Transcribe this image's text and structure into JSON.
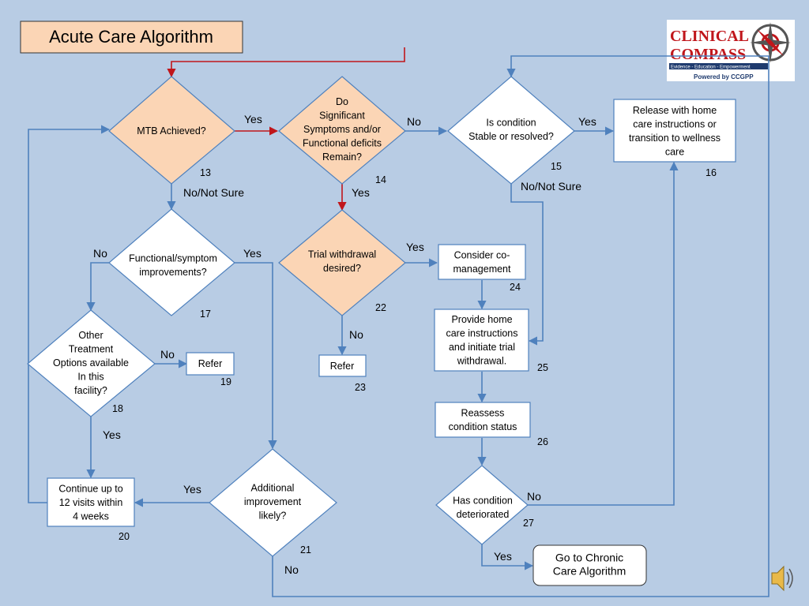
{
  "title": "Acute Care Algorithm",
  "logo": {
    "line1": "CLINICAL",
    "line2": "COMPASS",
    "tagline": "Evidence - Education - Empowerment",
    "powered": "Powered by CCGPP"
  },
  "colors": {
    "background": "#b8cce4",
    "diamond_peach": "#fbd5b5",
    "diamond_white": "#ffffff",
    "edge_blue": "#4f81bd",
    "edge_red": "#c0161b",
    "title_fill": "#fbd5b5"
  },
  "nodes": {
    "n13": {
      "lines": [
        "MTB Achieved?"
      ],
      "num": "13"
    },
    "n14": {
      "lines": [
        "Do",
        "Significant",
        "Symptoms and/or",
        "Functional deficits",
        "Remain?"
      ],
      "num": "14"
    },
    "n15": {
      "lines": [
        "Is condition",
        "Stable or resolved?"
      ],
      "num": "15"
    },
    "n16": {
      "lines": [
        "Release with home",
        "care instructions or",
        "transition to wellness",
        "care"
      ],
      "num": "16"
    },
    "n17": {
      "lines": [
        "Functional/symptom",
        "improvements?"
      ],
      "num": "17"
    },
    "n18": {
      "lines": [
        "Other",
        "Treatment",
        "Options available",
        "In this",
        "facility?"
      ],
      "num": "18"
    },
    "n19": {
      "lines": [
        "Refer"
      ],
      "num": "19"
    },
    "n20": {
      "lines": [
        "Continue up to",
        "12 visits within",
        "4 weeks"
      ],
      "num": "20"
    },
    "n21": {
      "lines": [
        "Additional",
        "improvement",
        "likely?"
      ],
      "num": "21"
    },
    "n22": {
      "lines": [
        "Trial withdrawal",
        "desired?"
      ],
      "num": "22"
    },
    "n23": {
      "lines": [
        "Refer"
      ],
      "num": "23"
    },
    "n24": {
      "lines": [
        "Consider co-",
        "management"
      ],
      "num": "24"
    },
    "n25": {
      "lines": [
        "Provide home",
        "care instructions",
        "and initiate trial",
        "withdrawal."
      ],
      "num": "25"
    },
    "n26": {
      "lines": [
        "Reassess",
        "condition status"
      ],
      "num": "26"
    },
    "n27": {
      "lines": [
        "Has condition",
        "deteriorated"
      ],
      "num": "27"
    },
    "chronic": {
      "lines": [
        "Go to Chronic",
        "Care Algorithm"
      ],
      "num": ""
    }
  },
  "edge_labels": {
    "e13_14": "Yes",
    "e13_17": "No/Not Sure",
    "e14_15": "No",
    "e14_22": "Yes",
    "e15_16": "Yes",
    "e15_25": "No/Not Sure",
    "e17_18": "No",
    "e17_21": "Yes",
    "e18_19": "No",
    "e18_20": "Yes",
    "e21_20": "Yes",
    "e21_15": "No",
    "e22_24": "Yes",
    "e22_23": "No",
    "e27_16": "No",
    "e27_chronic": "Yes"
  },
  "speaker": {
    "icon": "speaker-icon"
  }
}
